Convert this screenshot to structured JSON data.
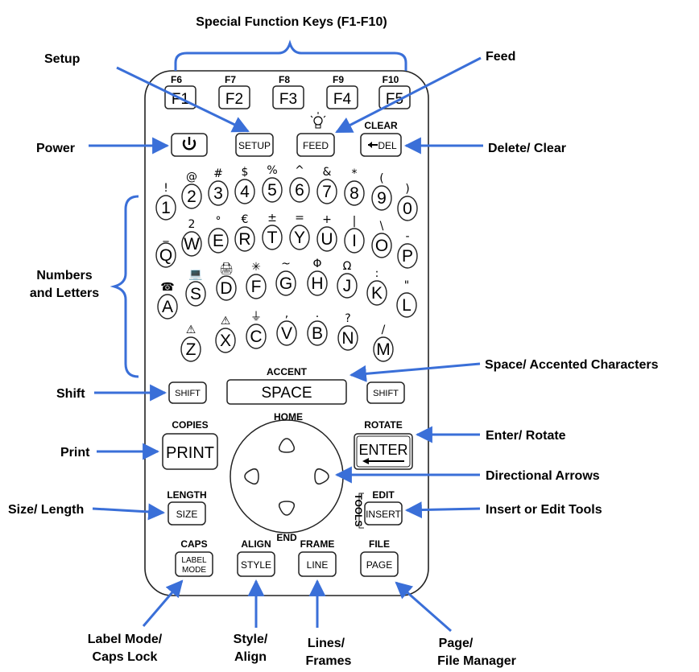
{
  "callouts": {
    "special_function": "Special Function Keys (F1-F10)",
    "setup": "Setup",
    "feed": "Feed",
    "power": "Power",
    "delete_clear": "Delete/ Clear",
    "numbers_letters_1": "Numbers",
    "numbers_letters_2": "and Letters",
    "space_accent": "Space/ Accented Characters",
    "shift": "Shift",
    "print": "Print",
    "enter_rotate": "Enter/ Rotate",
    "directional": "Directional Arrows",
    "size_length": "Size/ Length",
    "insert_edit": "Insert or Edit Tools",
    "label_mode_1": "Label Mode/",
    "label_mode_2": "Caps Lock",
    "style_1": "Style/",
    "style_2": "Align",
    "lines_1": "Lines/",
    "lines_2": "Frames",
    "page_1": "Page/",
    "page_2": "File Manager"
  },
  "function_keys": [
    {
      "top": "F6",
      "label": "F1"
    },
    {
      "top": "F7",
      "label": "F2"
    },
    {
      "top": "F8",
      "label": "F3"
    },
    {
      "top": "F9",
      "label": "F4"
    },
    {
      "top": "F10",
      "label": "F5"
    }
  ],
  "keys": {
    "setup": "SETUP",
    "feed": "FEED",
    "clear_top": "CLEAR",
    "del": "DEL",
    "accent_top": "ACCENT",
    "space": "SPACE",
    "shift": "SHIFT",
    "copies_top": "COPIES",
    "print": "PRINT",
    "rotate_top": "ROTATE",
    "enter": "ENTER",
    "home": "HOME",
    "end": "END",
    "length_top": "LENGTH",
    "size": "SIZE",
    "edit_top": "EDIT",
    "tools_vertical": "TOOLS",
    "insert": "INSERT",
    "caps_top": "CAPS",
    "label_mode_1": "LABEL",
    "label_mode_2": "MODE",
    "align_top": "ALIGN",
    "style": "STYLE",
    "frame_top": "FRAME",
    "line": "LINE",
    "file_top": "FILE",
    "page": "PAGE"
  },
  "number_row": [
    {
      "label": "1",
      "sym": "!"
    },
    {
      "label": "2",
      "sym": "@"
    },
    {
      "label": "3",
      "sym": "#"
    },
    {
      "label": "4",
      "sym": "$"
    },
    {
      "label": "5",
      "sym": "%"
    },
    {
      "label": "6",
      "sym": "^"
    },
    {
      "label": "7",
      "sym": "&"
    },
    {
      "label": "8",
      "sym": "*"
    },
    {
      "label": "9",
      "sym": "("
    },
    {
      "label": "0",
      "sym": ")"
    }
  ],
  "q_row": [
    {
      "label": "Q",
      "sym": "_"
    },
    {
      "label": "W",
      "sym": "2"
    },
    {
      "label": "E",
      "sym": "°"
    },
    {
      "label": "R",
      "sym": "€"
    },
    {
      "label": "T",
      "sym": "±"
    },
    {
      "label": "Y",
      "sym": "="
    },
    {
      "label": "U",
      "sym": "+"
    },
    {
      "label": "I",
      "sym": "|"
    },
    {
      "label": "O",
      "sym": "\\"
    },
    {
      "label": "P",
      "sym": "-"
    }
  ],
  "a_row": [
    {
      "label": "A",
      "sym": "☎"
    },
    {
      "label": "S",
      "sym": "💻"
    },
    {
      "label": "D",
      "sym": "🖨"
    },
    {
      "label": "F",
      "sym": "✳"
    },
    {
      "label": "G",
      "sym": "~"
    },
    {
      "label": "H",
      "sym": "Φ"
    },
    {
      "label": "J",
      "sym": "Ω"
    },
    {
      "label": "K",
      "sym": ":"
    },
    {
      "label": "L",
      "sym": "\""
    }
  ],
  "z_row": [
    {
      "label": "Z",
      "sym": "⚠"
    },
    {
      "label": "X",
      "sym": "⚠"
    },
    {
      "label": "C",
      "sym": "⏚"
    },
    {
      "label": "V",
      "sym": ","
    },
    {
      "label": "B",
      "sym": "."
    },
    {
      "label": "N",
      "sym": "?"
    },
    {
      "label": "M",
      "sym": "/"
    }
  ],
  "colors": {
    "arrow": "#3a6fd8",
    "outline": "#222222"
  }
}
